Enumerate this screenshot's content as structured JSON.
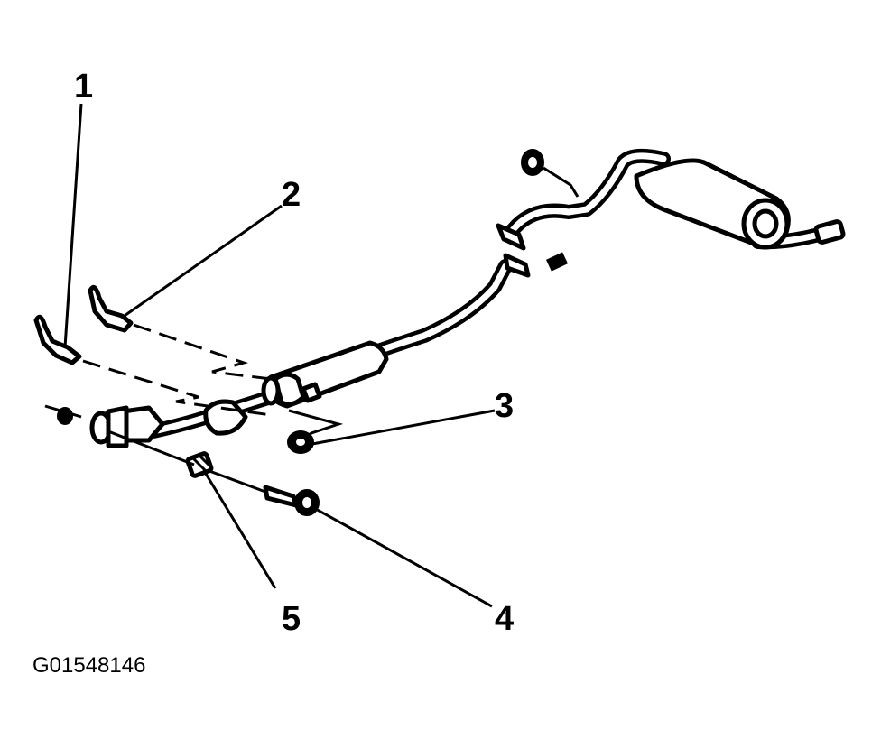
{
  "diagram": {
    "callouts": [
      "1",
      "2",
      "3",
      "4",
      "5"
    ],
    "figure_id": "G01548146"
  },
  "colors": {
    "ink": "#000000",
    "paper": "#ffffff"
  }
}
